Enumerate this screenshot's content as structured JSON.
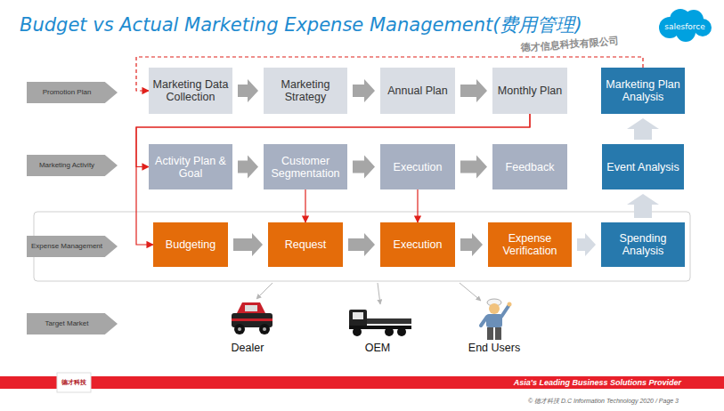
{
  "diagram": {
    "title": "Budget vs Actual Marketing Expense Management(费用管理)",
    "nodes": [
      {
        "text": [
          "Promotion Plan"
        ]
      },
      {
        "text": [
          "Marketing Data Collection"
        ]
      },
      {
        "text": [
          "Marketing Strategy"
        ]
      },
      {
        "text": [
          "Annual Plan"
        ]
      },
      {
        "text": [
          "Monthly Plan"
        ]
      },
      {
        "text": [
          "Marketing Plan Analysis"
        ]
      },
      {
        "text": [
          "Marketing Activity"
        ]
      },
      {
        "text": [
          "Activity Plan & Goal"
        ]
      },
      {
        "text": [
          "Customer Segmentation"
        ]
      },
      {
        "text": [
          "Execution"
        ]
      },
      {
        "text": [
          "Feedback"
        ]
      },
      {
        "text": [
          "Event Analysis"
        ]
      },
      {
        "text": [
          "Expense Management"
        ]
      },
      {
        "text": [
          "Budgeting"
        ]
      },
      {
        "text": [
          "Request"
        ]
      },
      {
        "text": [
          "Execution"
        ]
      },
      {
        "text": [
          "Expense Verification"
        ]
      },
      {
        "text": [
          "Spending Analysis"
        ]
      },
      {
        "text": [
          "Target Market"
        ]
      }
    ],
    "edges": [
      {
        "from": 1,
        "to": 2,
        "arrow": "to"
      },
      {
        "from": 2,
        "to": 3,
        "arrow": "to"
      },
      {
        "from": 3,
        "to": 4,
        "arrow": "to"
      },
      {
        "from": 7,
        "to": 8,
        "arrow": "to"
      },
      {
        "from": 8,
        "to": 9,
        "arrow": "to"
      },
      {
        "from": 9,
        "to": 10,
        "arrow": "to"
      },
      {
        "from": 13,
        "to": 14,
        "arrow": "to"
      },
      {
        "from": 14,
        "to": 15,
        "arrow": "to"
      },
      {
        "from": 15,
        "to": 16,
        "arrow": "to"
      },
      {
        "from": 16,
        "to": 17,
        "arrow": "to"
      },
      {
        "from": 17,
        "to": 11,
        "arrow": "to"
      },
      {
        "from": 11,
        "to": 5,
        "arrow": "to"
      },
      {
        "from": 5,
        "to": 1,
        "arrow": "to"
      },
      {
        "from": 4,
        "to": 7,
        "arrow": "to"
      },
      {
        "from": 4,
        "to": 13,
        "arrow": "to"
      },
      {
        "from": 8,
        "to": 14,
        "arrow": "to"
      },
      {
        "from": 9,
        "to": 15,
        "arrow": "to"
      }
    ],
    "labels": [
      "salesforce",
      "德才信息科技有限公司",
      "Dealer",
      "OEM",
      "End Users",
      "德才科技",
      "Asia's Leading Business Solutions Provider",
      "© 德才科技 D.C Information Technology 2020 / Page 3"
    ]
  }
}
